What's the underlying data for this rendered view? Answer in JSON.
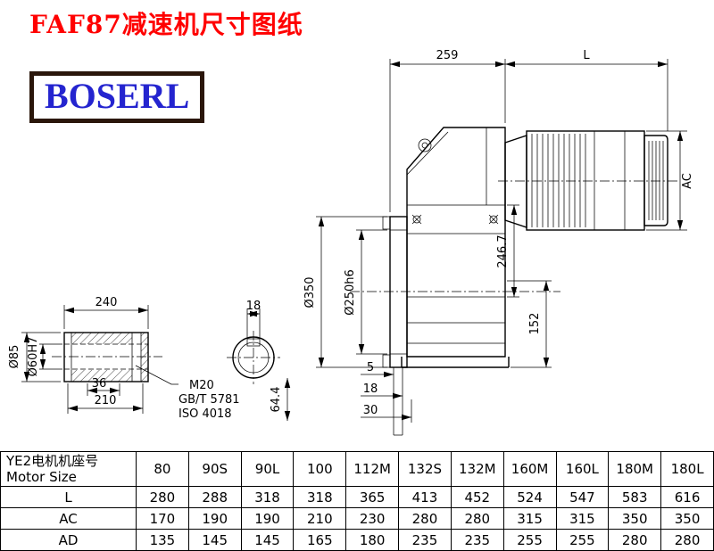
{
  "page": {
    "title": "FAF87减速机尺寸图纸",
    "logo_text": "BOSERL"
  },
  "drawing": {
    "dims": {
      "width_259": "259",
      "motor_length": "L",
      "motor_ac": "AC",
      "flange_od": "Ø350",
      "spigot": "Ø250h6",
      "height_246_7": "246.7",
      "height_152": "152",
      "off_5": "5",
      "off_18": "18",
      "off_30": "30",
      "dim_64_4": "64.4",
      "shaft_len_240": "240",
      "key_w_18": "18",
      "shaft_od_85": "Ø85",
      "bore_60": "Ø60H7",
      "key_len_36": "36",
      "len_210": "210",
      "thread_m20": "M20",
      "std_gb": "GB/T 5781",
      "std_iso": "ISO 4018"
    }
  },
  "table": {
    "corner_cn": "YE2电机机座号",
    "corner_en": "Motor Size",
    "columns": [
      "80",
      "90S",
      "90L",
      "100",
      "112M",
      "132S",
      "132M",
      "160M",
      "160L",
      "180M",
      "180L"
    ],
    "rows": [
      {
        "label": "L",
        "values": [
          "280",
          "288",
          "318",
          "318",
          "365",
          "413",
          "452",
          "524",
          "547",
          "583",
          "616"
        ]
      },
      {
        "label": "AC",
        "values": [
          "170",
          "190",
          "190",
          "210",
          "230",
          "280",
          "280",
          "315",
          "315",
          "350",
          "350"
        ]
      },
      {
        "label": "AD",
        "values": [
          "135",
          "145",
          "145",
          "165",
          "180",
          "235",
          "235",
          "255",
          "255",
          "280",
          "280"
        ]
      }
    ]
  }
}
